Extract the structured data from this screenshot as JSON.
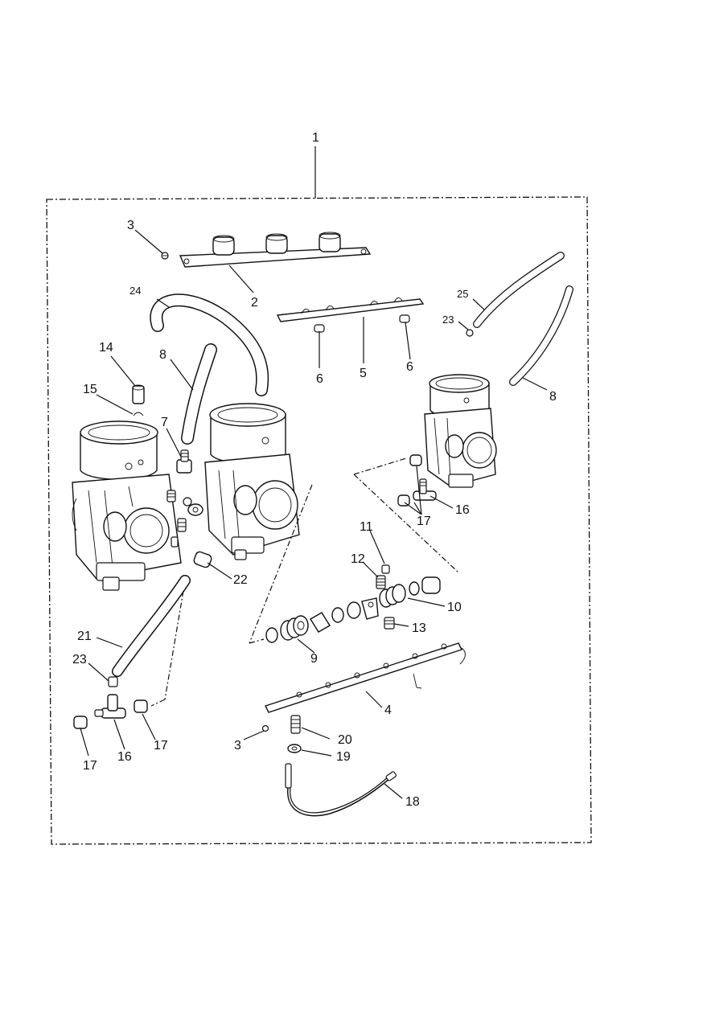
{
  "diagram": {
    "callouts": [
      {
        "id": "c1",
        "text": "1"
      },
      {
        "id": "c2",
        "text": "2"
      },
      {
        "id": "c3a",
        "text": "3"
      },
      {
        "id": "c3b",
        "text": "3"
      },
      {
        "id": "c4",
        "text": "4"
      },
      {
        "id": "c5",
        "text": "5"
      },
      {
        "id": "c6a",
        "text": "6"
      },
      {
        "id": "c6b",
        "text": "6"
      },
      {
        "id": "c7",
        "text": "7"
      },
      {
        "id": "c8a",
        "text": "8"
      },
      {
        "id": "c8b",
        "text": "8"
      },
      {
        "id": "c9",
        "text": "9"
      },
      {
        "id": "c10",
        "text": "10"
      },
      {
        "id": "c11",
        "text": "11"
      },
      {
        "id": "c12",
        "text": "12"
      },
      {
        "id": "c13",
        "text": "13"
      },
      {
        "id": "c14",
        "text": "14"
      },
      {
        "id": "c15",
        "text": "15"
      },
      {
        "id": "c16a",
        "text": "16"
      },
      {
        "id": "c16b",
        "text": "16"
      },
      {
        "id": "c17a",
        "text": "17"
      },
      {
        "id": "c17b",
        "text": "17"
      },
      {
        "id": "c17c",
        "text": "17"
      },
      {
        "id": "c18",
        "text": "18"
      },
      {
        "id": "c19",
        "text": "19"
      },
      {
        "id": "c20",
        "text": "20"
      },
      {
        "id": "c21",
        "text": "21"
      },
      {
        "id": "c22",
        "text": "22"
      },
      {
        "id": "c23a",
        "text": "23"
      },
      {
        "id": "c23b",
        "text": "23"
      },
      {
        "id": "c24",
        "text": "24"
      },
      {
        "id": "c25",
        "text": "25"
      }
    ]
  }
}
